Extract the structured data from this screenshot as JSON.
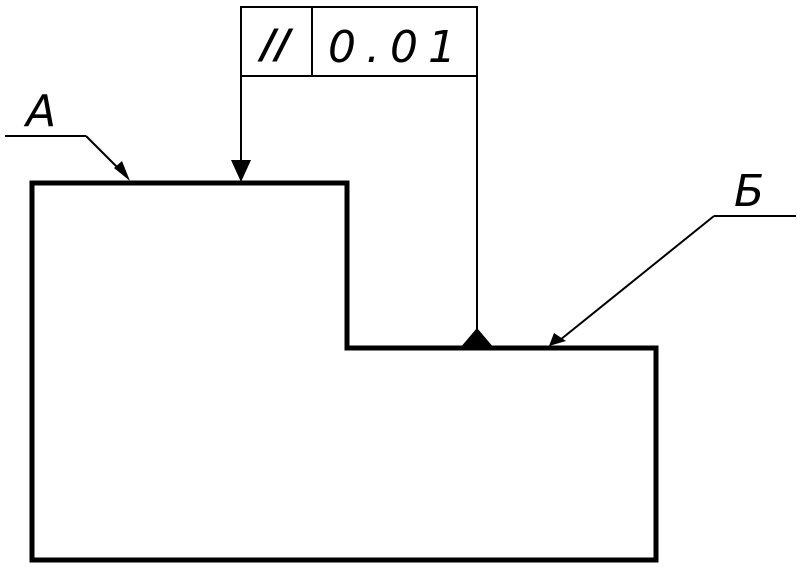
{
  "drawing": {
    "label_a": "А",
    "label_b": "Б",
    "tolerance_frame": {
      "symbol": "//",
      "value": "0.01"
    }
  }
}
